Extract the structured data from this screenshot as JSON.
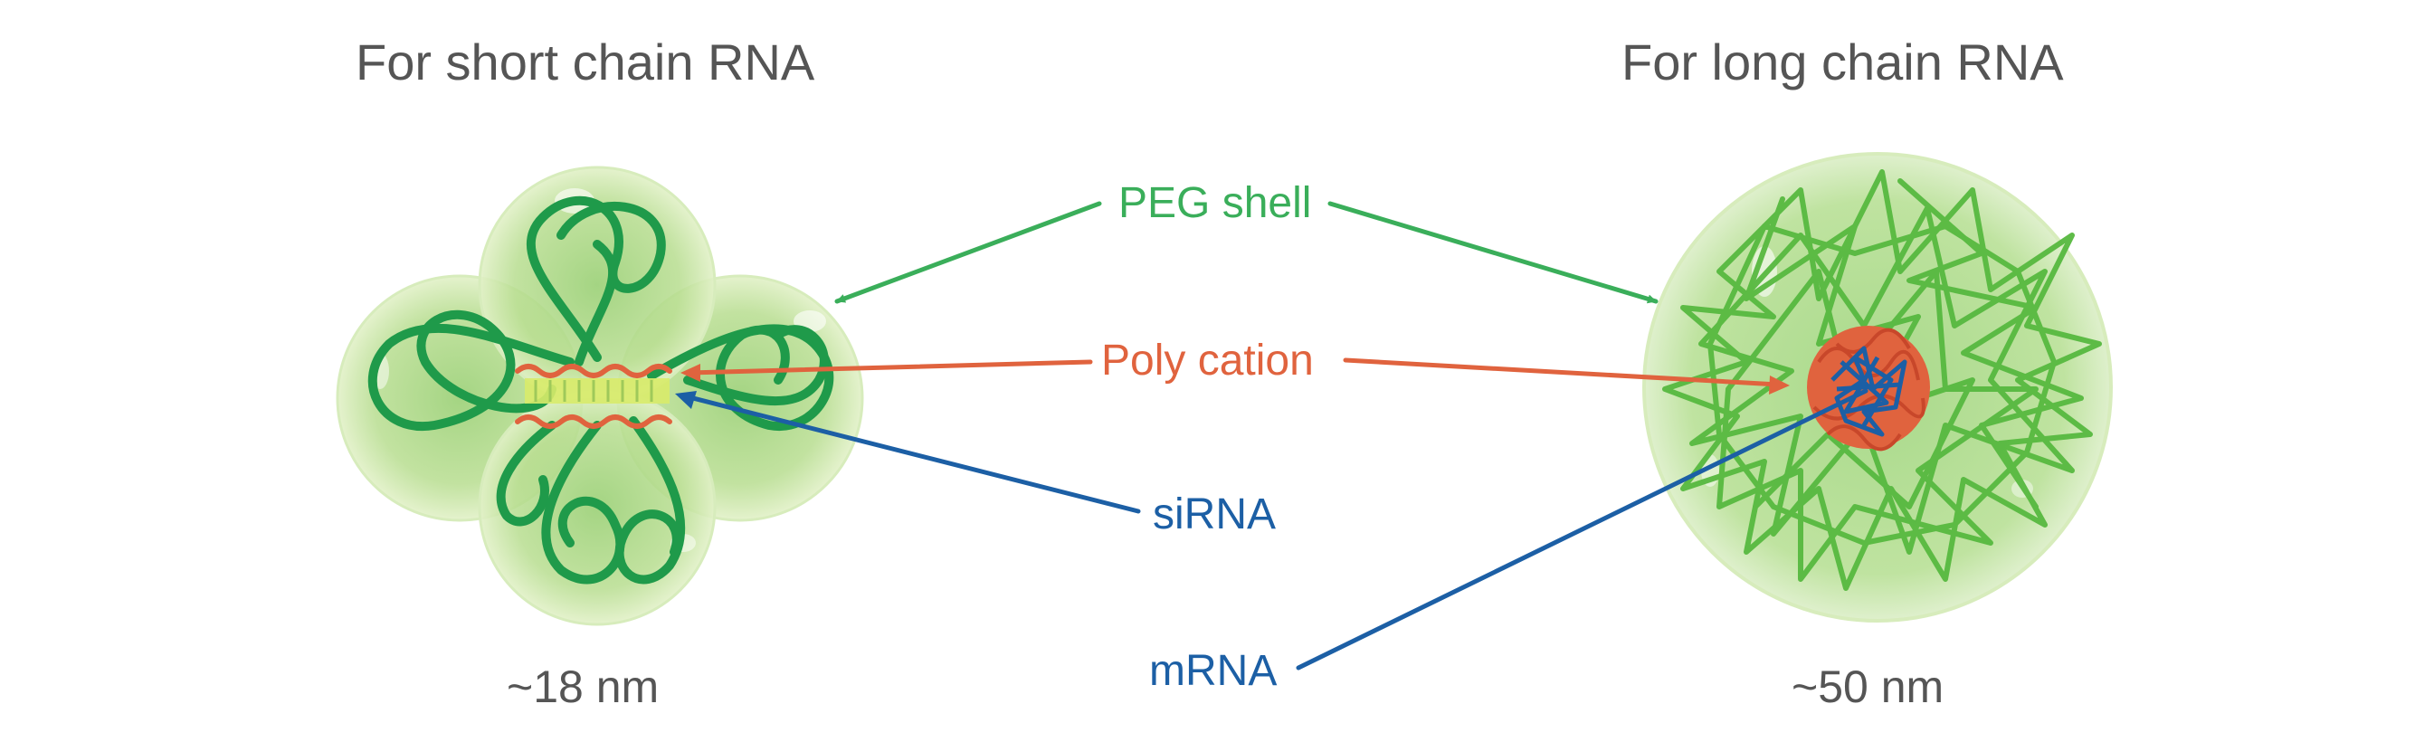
{
  "titles": {
    "short": "For short chain RNA",
    "long": "For long chain RNA"
  },
  "callouts": {
    "peg_shell": "PEG shell",
    "poly_cation": "Poly cation",
    "sirna": "siRNA",
    "mrna": "mRNA"
  },
  "sizes": {
    "short": "~18 nm",
    "long": "~50 nm"
  },
  "colors": {
    "peg": "#3aae5a",
    "polycation": "#e0633e",
    "rna": "#1c5fa5",
    "title_text": "#555555",
    "shell_fill": "#c7e3a0",
    "chain": "#1f9a4a",
    "long_chain": "#57b940"
  }
}
